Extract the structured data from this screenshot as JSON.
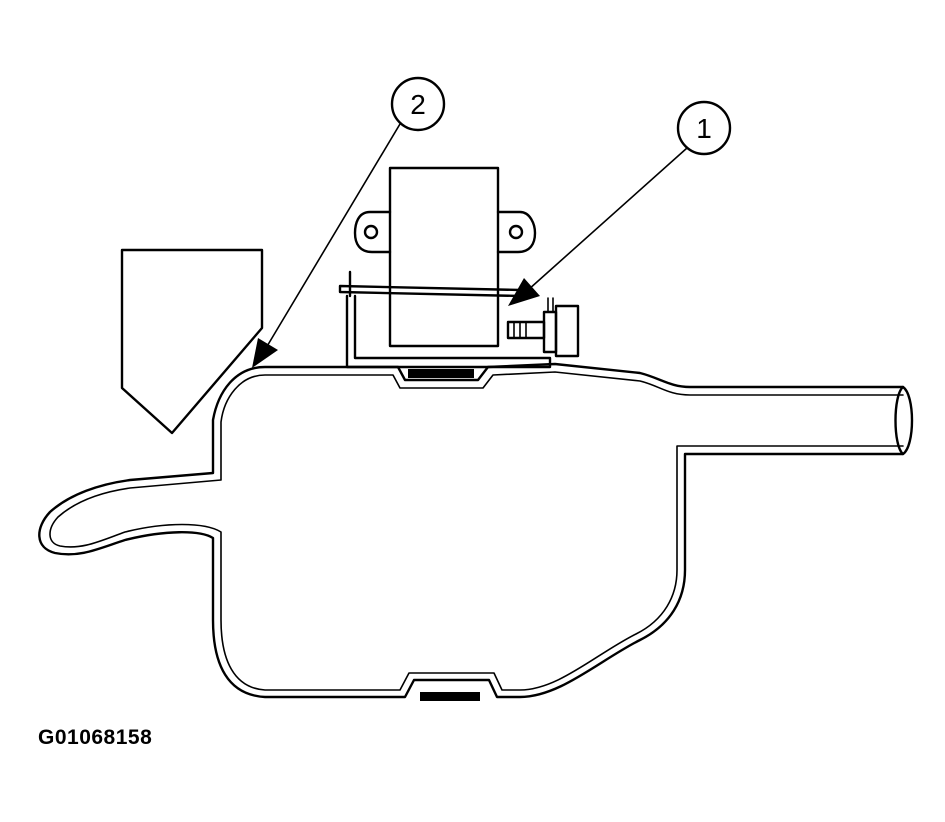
{
  "diagram": {
    "callouts": [
      {
        "label": "1",
        "target": "mounting-bracket"
      },
      {
        "label": "2",
        "target": "exhaust-system"
      }
    ],
    "figure_id": "G01068158"
  }
}
